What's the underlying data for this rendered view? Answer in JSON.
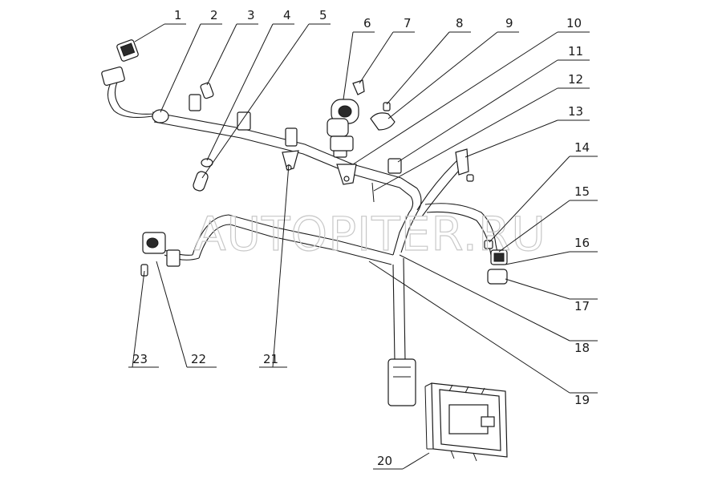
{
  "watermark": "AUTOPITER.RU",
  "callouts": [
    {
      "id": "c1",
      "number": "1"
    },
    {
      "id": "c2",
      "number": "2"
    },
    {
      "id": "c3",
      "number": "3"
    },
    {
      "id": "c4",
      "number": "4"
    },
    {
      "id": "c5",
      "number": "5"
    },
    {
      "id": "c6",
      "number": "6"
    },
    {
      "id": "c7",
      "number": "7"
    },
    {
      "id": "c8",
      "number": "8"
    },
    {
      "id": "c9",
      "number": "9"
    },
    {
      "id": "c10",
      "number": "10"
    },
    {
      "id": "c11",
      "number": "11"
    },
    {
      "id": "c12",
      "number": "12"
    },
    {
      "id": "c13",
      "number": "13"
    },
    {
      "id": "c14",
      "number": "14"
    },
    {
      "id": "c15",
      "number": "15"
    },
    {
      "id": "c16",
      "number": "16"
    },
    {
      "id": "c17",
      "number": "17"
    },
    {
      "id": "c18",
      "number": "18"
    },
    {
      "id": "c19",
      "number": "19"
    },
    {
      "id": "c20",
      "number": "20"
    },
    {
      "id": "c21",
      "number": "21"
    },
    {
      "id": "c22",
      "number": "22"
    },
    {
      "id": "c23",
      "number": "23"
    }
  ]
}
